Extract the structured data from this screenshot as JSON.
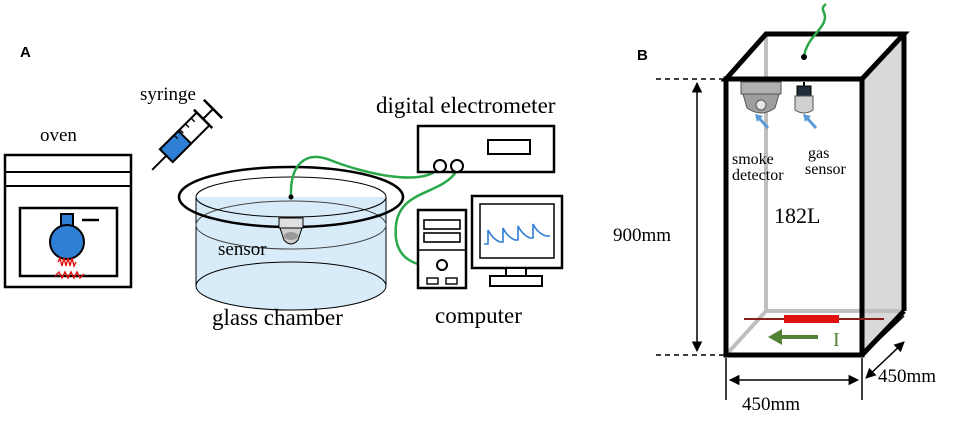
{
  "panels": {
    "a_letter": "A",
    "b_letter": "B"
  },
  "setup_a": {
    "oven_label": "oven",
    "syringe_label": "syringe",
    "electrometer_label": "digital electrometer",
    "sensor_label": "sensor",
    "chamber_label": "glass chamber",
    "computer_label": "computer"
  },
  "setup_b": {
    "height_label": "900mm",
    "width_label": "450mm",
    "depth_label": "450mm",
    "volume_label": "182L",
    "smoke_detector_label_1": "smoke",
    "smoke_detector_label_2": "detector",
    "gas_sensor_label_1": "gas",
    "gas_sensor_label_2": "sensor",
    "current_label": "I"
  },
  "colors": {
    "wire_green": "#2aa84a",
    "liquid_blue": "#2f7fd6",
    "water_blue": "#d7ecf8",
    "heater_red": "#e01010",
    "arrow_blue": "#5b9bd5",
    "arrow_green": "#548235",
    "box_side_gray": "#d9d9d9"
  }
}
